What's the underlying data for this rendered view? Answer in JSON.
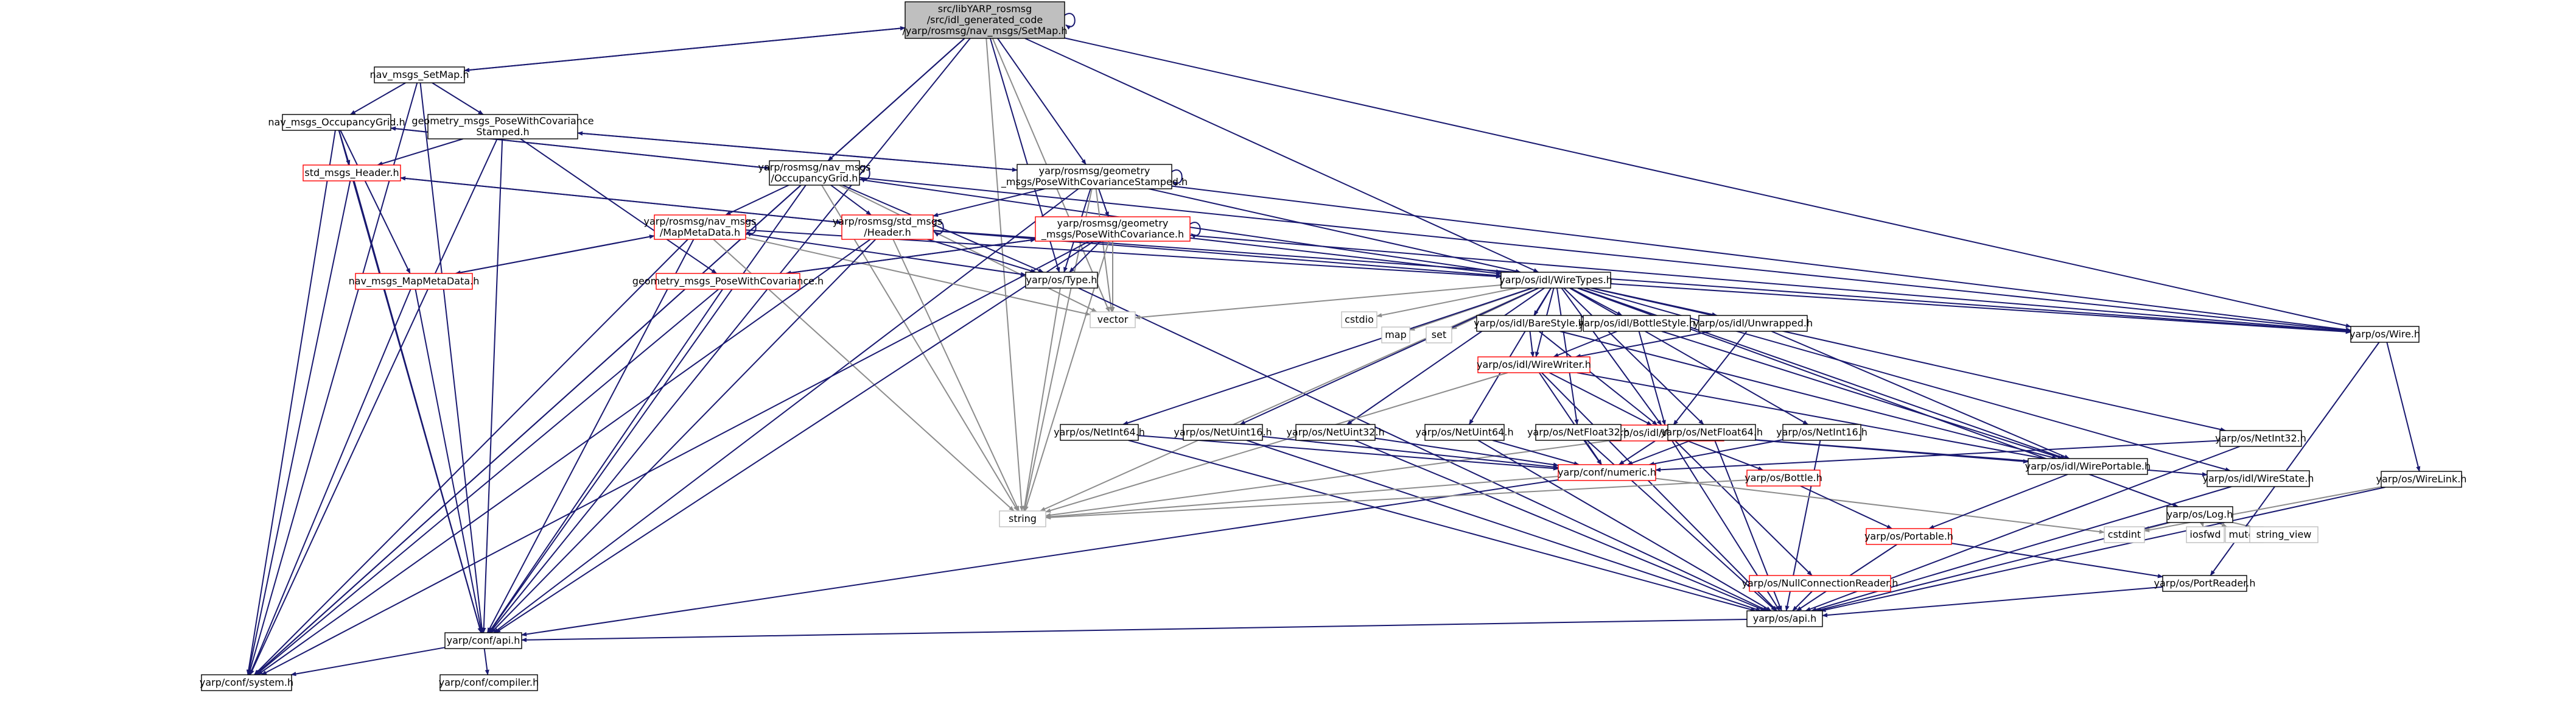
{
  "nodes": [
    {
      "id": "root",
      "label": [
        "src/libYARP_rosmsg",
        "/src/idl_generated_code",
        "/yarp/rosmsg/nav_msgs/SetMap.h"
      ],
      "style": "root"
    },
    {
      "id": "nav_setmap",
      "label": [
        "nav_msgs_SetMap.h"
      ],
      "style": "normal"
    },
    {
      "id": "nav_og",
      "label": [
        "nav_msgs_OccupancyGrid.h"
      ],
      "style": "normal"
    },
    {
      "id": "geo_pwcs",
      "label": [
        "geometry_msgs_PoseWithCovariance",
        "Stamped.h"
      ],
      "style": "normal"
    },
    {
      "id": "std_header",
      "label": [
        "std_msgs_Header.h"
      ],
      "style": "red"
    },
    {
      "id": "yr_nav_og",
      "label": [
        "yarp/rosmsg/nav_msgs",
        "/OccupancyGrid.h"
      ],
      "style": "normal"
    },
    {
      "id": "yr_geo_pwcs",
      "label": [
        "yarp/rosmsg/geometry",
        "_msgs/PoseWithCovarianceStamped.h"
      ],
      "style": "normal"
    },
    {
      "id": "yr_nav_mmd",
      "label": [
        "yarp/rosmsg/nav_msgs",
        "/MapMetaData.h"
      ],
      "style": "red"
    },
    {
      "id": "yr_std_header",
      "label": [
        "yarp/rosmsg/std_msgs",
        "/Header.h"
      ],
      "style": "red"
    },
    {
      "id": "yr_geo_pwc",
      "label": [
        "yarp/rosmsg/geometry",
        "_msgs/PoseWithCovariance.h"
      ],
      "style": "red"
    },
    {
      "id": "nav_mmd",
      "label": [
        "nav_msgs_MapMetaData.h"
      ],
      "style": "red"
    },
    {
      "id": "geo_pwc",
      "label": [
        "geometry_msgs_PoseWithCovariance.h"
      ],
      "style": "red"
    },
    {
      "id": "os_type",
      "label": [
        "yarp/os/Type.h"
      ],
      "style": "normal"
    },
    {
      "id": "wiretypes",
      "label": [
        "yarp/os/idl/WireTypes.h"
      ],
      "style": "normal"
    },
    {
      "id": "vector",
      "label": [
        "vector"
      ],
      "style": "light"
    },
    {
      "id": "cstdio",
      "label": [
        "cstdio"
      ],
      "style": "light"
    },
    {
      "id": "map",
      "label": [
        "map"
      ],
      "style": "light"
    },
    {
      "id": "set",
      "label": [
        "set"
      ],
      "style": "light"
    },
    {
      "id": "barestyle",
      "label": [
        "yarp/os/idl/BareStyle.h"
      ],
      "style": "normal"
    },
    {
      "id": "bottlestyle",
      "label": [
        "yarp/os/idl/BottleStyle.h"
      ],
      "style": "normal"
    },
    {
      "id": "unwrapped",
      "label": [
        "yarp/os/idl/Unwrapped.h"
      ],
      "style": "normal"
    },
    {
      "id": "os_wire",
      "label": [
        "yarp/os/Wire.h"
      ],
      "style": "normal"
    },
    {
      "id": "wirewriter",
      "label": [
        "yarp/os/idl/WireWriter.h"
      ],
      "style": "red"
    },
    {
      "id": "wirereader",
      "label": [
        "yarp/os/idl/WireReader.h"
      ],
      "style": "red"
    },
    {
      "id": "netint64",
      "label": [
        "yarp/os/NetInt64.h"
      ],
      "style": "normal"
    },
    {
      "id": "netuint16",
      "label": [
        "yarp/os/NetUint16.h"
      ],
      "style": "normal"
    },
    {
      "id": "netuint32",
      "label": [
        "yarp/os/NetUint32.h"
      ],
      "style": "normal"
    },
    {
      "id": "netuint64",
      "label": [
        "yarp/os/NetUint64.h"
      ],
      "style": "normal"
    },
    {
      "id": "netfloat32",
      "label": [
        "yarp/os/NetFloat32.h"
      ],
      "style": "normal"
    },
    {
      "id": "netfloat64",
      "label": [
        "yarp/os/NetFloat64.h"
      ],
      "style": "normal"
    },
    {
      "id": "netint16",
      "label": [
        "yarp/os/NetInt16.h"
      ],
      "style": "normal"
    },
    {
      "id": "netint32",
      "label": [
        "yarp/os/NetInt32.h"
      ],
      "style": "normal"
    },
    {
      "id": "numeric",
      "label": [
        "yarp/conf/numeric.h"
      ],
      "style": "red"
    },
    {
      "id": "bottle",
      "label": [
        "yarp/os/Bottle.h"
      ],
      "style": "red"
    },
    {
      "id": "wireportable",
      "label": [
        "yarp/os/idl/WirePortable.h"
      ],
      "style": "normal"
    },
    {
      "id": "wirestate",
      "label": [
        "yarp/os/idl/WireState.h"
      ],
      "style": "normal"
    },
    {
      "id": "oslog",
      "label": [
        "yarp/os/Log.h"
      ],
      "style": "normal"
    },
    {
      "id": "wirelink",
      "label": [
        "yarp/os/WireLink.h"
      ],
      "style": "normal"
    },
    {
      "id": "string",
      "label": [
        "string"
      ],
      "style": "light"
    },
    {
      "id": "cstdint",
      "label": [
        "cstdint"
      ],
      "style": "light"
    },
    {
      "id": "iosfwd",
      "label": [
        "iosfwd"
      ],
      "style": "light"
    },
    {
      "id": "mutex",
      "label": [
        "mutex"
      ],
      "style": "light"
    },
    {
      "id": "string_view",
      "label": [
        "string_view"
      ],
      "style": "light"
    },
    {
      "id": "portable",
      "label": [
        "yarp/os/Portable.h"
      ],
      "style": "red"
    },
    {
      "id": "nullconn",
      "label": [
        "yarp/os/NullConnectionReader.h"
      ],
      "style": "red"
    },
    {
      "id": "portreader",
      "label": [
        "yarp/os/PortReader.h"
      ],
      "style": "normal"
    },
    {
      "id": "os_api",
      "label": [
        "yarp/os/api.h"
      ],
      "style": "normal"
    },
    {
      "id": "conf_api",
      "label": [
        "yarp/conf/api.h"
      ],
      "style": "normal"
    },
    {
      "id": "conf_system",
      "label": [
        "yarp/conf/system.h"
      ],
      "style": "normal"
    },
    {
      "id": "conf_compiler",
      "label": [
        "yarp/conf/compiler.h"
      ],
      "style": "normal"
    }
  ],
  "edges": [
    [
      "root",
      "root"
    ],
    [
      "root",
      "nav_setmap"
    ],
    [
      "root",
      "yr_nav_og"
    ],
    [
      "root",
      "yr_geo_pwcs"
    ],
    [
      "root",
      "os_type"
    ],
    [
      "root",
      "wiretypes"
    ],
    [
      "root",
      "vector"
    ],
    [
      "root",
      "string"
    ],
    [
      "root",
      "os_wire"
    ],
    [
      "root",
      "conf_api"
    ],
    [
      "root",
      "conf_system"
    ],
    [
      "nav_setmap",
      "root"
    ],
    [
      "nav_setmap",
      "nav_og"
    ],
    [
      "nav_setmap",
      "geo_pwcs"
    ],
    [
      "nav_setmap",
      "conf_api"
    ],
    [
      "nav_setmap",
      "conf_system"
    ],
    [
      "nav_og",
      "yr_nav_og"
    ],
    [
      "nav_og",
      "std_header"
    ],
    [
      "nav_og",
      "nav_mmd"
    ],
    [
      "nav_og",
      "conf_api"
    ],
    [
      "nav_og",
      "conf_system"
    ],
    [
      "geo_pwcs",
      "yr_geo_pwcs"
    ],
    [
      "geo_pwcs",
      "std_header"
    ],
    [
      "geo_pwcs",
      "geo_pwc"
    ],
    [
      "geo_pwcs",
      "conf_api"
    ],
    [
      "geo_pwcs",
      "conf_system"
    ],
    [
      "std_header",
      "yr_std_header"
    ],
    [
      "std_header",
      "conf_api"
    ],
    [
      "std_header",
      "conf_system"
    ],
    [
      "yr_nav_og",
      "nav_og"
    ],
    [
      "yr_nav_og",
      "yr_nav_og"
    ],
    [
      "yr_nav_og",
      "yr_nav_mmd"
    ],
    [
      "yr_nav_og",
      "yr_std_header"
    ],
    [
      "yr_nav_og",
      "os_type"
    ],
    [
      "yr_nav_og",
      "wiretypes"
    ],
    [
      "yr_nav_og",
      "vector"
    ],
    [
      "yr_nav_og",
      "string"
    ],
    [
      "yr_nav_og",
      "os_wire"
    ],
    [
      "yr_nav_og",
      "conf_api"
    ],
    [
      "yr_nav_og",
      "conf_system"
    ],
    [
      "yr_geo_pwcs",
      "geo_pwcs"
    ],
    [
      "yr_geo_pwcs",
      "yr_geo_pwcs"
    ],
    [
      "yr_geo_pwcs",
      "yr_std_header"
    ],
    [
      "yr_geo_pwcs",
      "yr_geo_pwc"
    ],
    [
      "yr_geo_pwcs",
      "os_type"
    ],
    [
      "yr_geo_pwcs",
      "wiretypes"
    ],
    [
      "yr_geo_pwcs",
      "vector"
    ],
    [
      "yr_geo_pwcs",
      "string"
    ],
    [
      "yr_geo_pwcs",
      "os_wire"
    ],
    [
      "yr_geo_pwcs",
      "conf_api"
    ],
    [
      "yr_nav_mmd",
      "nav_mmd"
    ],
    [
      "yr_nav_mmd",
      "yr_nav_mmd"
    ],
    [
      "yr_nav_mmd",
      "os_type"
    ],
    [
      "yr_nav_mmd",
      "wiretypes"
    ],
    [
      "yr_nav_mmd",
      "vector"
    ],
    [
      "yr_nav_mmd",
      "string"
    ],
    [
      "yr_nav_mmd",
      "conf_api"
    ],
    [
      "yr_nav_mmd",
      "conf_system"
    ],
    [
      "yr_std_header",
      "std_header"
    ],
    [
      "yr_std_header",
      "yr_std_header"
    ],
    [
      "yr_std_header",
      "os_type"
    ],
    [
      "yr_std_header",
      "wiretypes"
    ],
    [
      "yr_std_header",
      "string"
    ],
    [
      "yr_std_header",
      "os_wire"
    ],
    [
      "yr_std_header",
      "conf_api"
    ],
    [
      "yr_std_header",
      "conf_system"
    ],
    [
      "yr_geo_pwc",
      "geo_pwc"
    ],
    [
      "yr_geo_pwc",
      "yr_geo_pwc"
    ],
    [
      "yr_geo_pwc",
      "os_type"
    ],
    [
      "yr_geo_pwc",
      "wiretypes"
    ],
    [
      "yr_geo_pwc",
      "vector"
    ],
    [
      "yr_geo_pwc",
      "string"
    ],
    [
      "yr_geo_pwc",
      "os_wire"
    ],
    [
      "yr_geo_pwc",
      "conf_api"
    ],
    [
      "yr_geo_pwc",
      "conf_system"
    ],
    [
      "nav_mmd",
      "yr_nav_mmd"
    ],
    [
      "nav_mmd",
      "conf_api"
    ],
    [
      "nav_mmd",
      "conf_system"
    ],
    [
      "geo_pwc",
      "yr_geo_pwc"
    ],
    [
      "geo_pwc",
      "conf_api"
    ],
    [
      "geo_pwc",
      "conf_system"
    ],
    [
      "os_type",
      "string"
    ],
    [
      "os_type",
      "os_api"
    ],
    [
      "wiretypes",
      "vector"
    ],
    [
      "wiretypes",
      "cstdio"
    ],
    [
      "wiretypes",
      "map"
    ],
    [
      "wiretypes",
      "set"
    ],
    [
      "wiretypes",
      "string"
    ],
    [
      "wiretypes",
      "barestyle"
    ],
    [
      "wiretypes",
      "bottlestyle"
    ],
    [
      "wiretypes",
      "unwrapped"
    ],
    [
      "wiretypes",
      "os_wire"
    ],
    [
      "wiretypes",
      "wirewriter"
    ],
    [
      "wiretypes",
      "wirereader"
    ],
    [
      "wiretypes",
      "netint64"
    ],
    [
      "wiretypes",
      "netuint16"
    ],
    [
      "wiretypes",
      "netuint32"
    ],
    [
      "wiretypes",
      "netuint64"
    ],
    [
      "wiretypes",
      "netfloat32"
    ],
    [
      "wiretypes",
      "netfloat64"
    ],
    [
      "wiretypes",
      "netint16"
    ],
    [
      "wiretypes",
      "netint32"
    ],
    [
      "wiretypes",
      "wireportable"
    ],
    [
      "wiretypes",
      "wirestate"
    ],
    [
      "wiretypes",
      "oslog"
    ],
    [
      "barestyle",
      "wirewriter"
    ],
    [
      "barestyle",
      "wirereader"
    ],
    [
      "barestyle",
      "wireportable"
    ],
    [
      "bottlestyle",
      "wirewriter"
    ],
    [
      "bottlestyle",
      "wirereader"
    ],
    [
      "bottlestyle",
      "wireportable"
    ],
    [
      "unwrapped",
      "wirewriter"
    ],
    [
      "unwrapped",
      "wirereader"
    ],
    [
      "unwrapped",
      "wireportable"
    ],
    [
      "wirewriter",
      "wirereader"
    ],
    [
      "wirewriter",
      "numeric"
    ],
    [
      "wirewriter",
      "string"
    ],
    [
      "wirewriter",
      "wireportable"
    ],
    [
      "wirewriter",
      "os_api"
    ],
    [
      "wirereader",
      "bottle"
    ],
    [
      "wirereader",
      "numeric"
    ],
    [
      "wirereader",
      "wireportable"
    ],
    [
      "wirereader",
      "wirestate"
    ],
    [
      "wirereader",
      "nullconn"
    ],
    [
      "wirereader",
      "string"
    ],
    [
      "wirereader",
      "os_api"
    ],
    [
      "netint64",
      "numeric"
    ],
    [
      "netint64",
      "os_api"
    ],
    [
      "netuint16",
      "numeric"
    ],
    [
      "netuint16",
      "os_api"
    ],
    [
      "netuint32",
      "numeric"
    ],
    [
      "netuint32",
      "os_api"
    ],
    [
      "netuint64",
      "numeric"
    ],
    [
      "netuint64",
      "os_api"
    ],
    [
      "netfloat32",
      "numeric"
    ],
    [
      "netfloat32",
      "os_api"
    ],
    [
      "netfloat64",
      "numeric"
    ],
    [
      "netfloat64",
      "os_api"
    ],
    [
      "netint16",
      "numeric"
    ],
    [
      "netint16",
      "os_api"
    ],
    [
      "netint32",
      "numeric"
    ],
    [
      "netint32",
      "os_api"
    ],
    [
      "numeric",
      "string"
    ],
    [
      "numeric",
      "cstdint"
    ],
    [
      "numeric",
      "conf_api"
    ],
    [
      "bottle",
      "string"
    ],
    [
      "bottle",
      "portable"
    ],
    [
      "wireportable",
      "portable"
    ],
    [
      "wirestate",
      "os_api"
    ],
    [
      "oslog",
      "cstdint"
    ],
    [
      "oslog",
      "iosfwd"
    ],
    [
      "oslog",
      "mutex"
    ],
    [
      "oslog",
      "string_view"
    ],
    [
      "oslog",
      "os_api"
    ],
    [
      "os_wire",
      "wirelink"
    ],
    [
      "os_wire",
      "portreader"
    ],
    [
      "wirelink",
      "os_api"
    ],
    [
      "wirelink",
      "cstdint"
    ],
    [
      "portable",
      "portreader"
    ],
    [
      "portable",
      "os_api"
    ],
    [
      "nullconn",
      "os_api"
    ],
    [
      "portreader",
      "os_api"
    ],
    [
      "os_api",
      "conf_api"
    ],
    [
      "conf_api",
      "conf_system"
    ],
    [
      "conf_api",
      "conf_compiler"
    ]
  ]
}
